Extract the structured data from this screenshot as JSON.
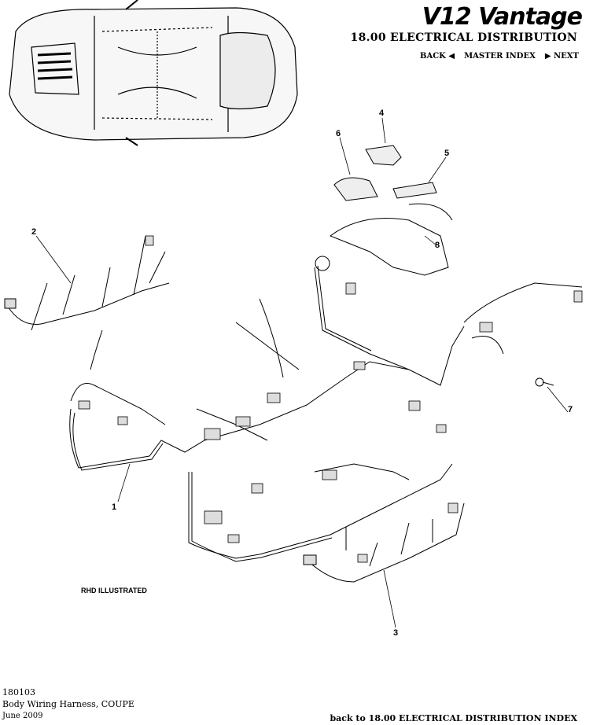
{
  "header": {
    "brand": "V12 Vantage",
    "section_title": "18.00 ELECTRICAL DISTRIBUTION",
    "nav": {
      "back": "BACK",
      "master_index": "MASTER INDEX",
      "next": "NEXT"
    }
  },
  "diagram": {
    "callouts": [
      "1",
      "2",
      "3",
      "4",
      "5",
      "6",
      "7",
      "8"
    ],
    "note": "RHD ILLUSTRATED"
  },
  "footer": {
    "code": "180103",
    "title": "Body Wiring Harness, COUPE",
    "date": "June 2009",
    "back_link": "back to 18.00 ELECTRICAL DISTRIBUTION INDEX"
  },
  "colors": {
    "line": "#000000",
    "background": "#ffffff",
    "car_fill": "#f4f4f4"
  }
}
